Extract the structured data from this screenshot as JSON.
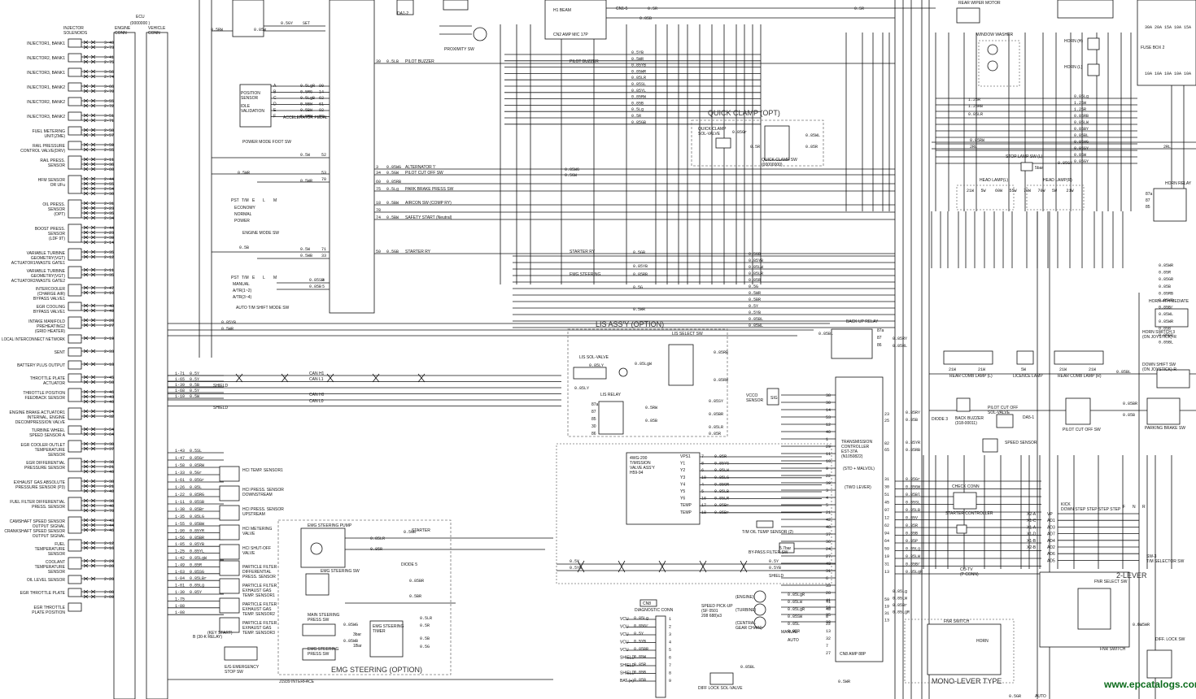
{
  "ecu": {
    "label": "ECU",
    "part": "(0000000  )",
    "engine_conn": "ENGINE\nCONN",
    "vehicle_conn": "VEHICLE\nCONN"
  },
  "injector_header": "INJECTOR\nSOLENOIDS",
  "left_components": [
    {
      "label": "INJECTOR1, BANK1",
      "pins": [
        "3-40",
        "2-73"
      ]
    },
    {
      "label": "INJECTOR2, BANK1",
      "pins": [
        "3-41",
        "2-75"
      ]
    },
    {
      "label": "INJECTOR3, BANK1",
      "pins": [
        "3-56",
        "2-74"
      ]
    },
    {
      "label": "INJECTOR1, BANK2",
      "pins": [
        "3-66",
        "2-70"
      ]
    },
    {
      "label": "INJECTOR2, BANK2",
      "pins": [
        "3-55",
        "2-72"
      ]
    },
    {
      "label": "INJECTOR3, BANK2",
      "pins": [
        "3-51",
        "2-71"
      ]
    },
    {
      "label": "FUEL METERING\nUNIT(ZME)",
      "pins": [
        "2-58",
        "2-57"
      ]
    },
    {
      "label": "RAIL PRESSURE\nCONTROL VALVE(DRV)",
      "pins": [
        "2-59",
        "2-55"
      ]
    },
    {
      "label": "RAIL PRESS.\nSENSOR",
      "pins": [
        "2-11",
        "2-36",
        "2-60"
      ]
    },
    {
      "label": "HFM SENSOR\nOR UFu",
      "pins": [
        "2-44",
        "2-55",
        "2-54",
        "2-30"
      ]
    },
    {
      "label": "OIL PRESS.\nSENSOR\n(OPT)",
      "pins": [
        "2-31",
        "2-23",
        "2-35",
        "2-34"
      ]
    },
    {
      "label": "BOOST PRESS.\nSENSOR\n(LDF 9T)",
      "pins": [
        "2-44",
        "2-23",
        "2-39",
        "2-14"
      ]
    },
    {
      "label": "VARIABLE TURBINE\nGEOMETRY(VGT)\nACTUATOR1/WASTE GATE1",
      "pins": [
        "2-35",
        "2-12"
      ]
    },
    {
      "label": "VARIABLE TURBINE\nGEOMETRY(VGT)\nACTUATOR2/WASTE GATE2",
      "pins": [
        "2-11",
        "2-35"
      ]
    },
    {
      "label": "INTERCOOLER\n(CHARGE AIR)\nBYPASS VALVE1",
      "pins": [
        "2-47",
        "2-10"
      ]
    },
    {
      "label": "EGR COOLING\nBYPASS VALVE1",
      "pins": [
        "2-48",
        "2-49"
      ]
    },
    {
      "label": "INTAKE MANIFOLD\nPREHEATING2\n(GRID HEATER)",
      "pins": [
        "2-20",
        "2-27"
      ]
    },
    {
      "label": "LOCAL INTERCONNECT NETWORK",
      "pins": [
        "2-19"
      ]
    },
    {
      "label": "SENT",
      "pins": [
        "2-33"
      ]
    },
    {
      "label": "BATTERY PLUS OUTPUT",
      "pins": [
        "2-18"
      ]
    },
    {
      "label": "THROTTLE PLATE\nACTUATOR",
      "pins": [
        "2-45",
        "2-50"
      ]
    },
    {
      "label": "THROTTLE POSITION\nFEEDBACK SENSOR",
      "pins": [
        "2-46",
        "2-43",
        "2-40"
      ]
    },
    {
      "label": "ENGINE BRAKE ACTUATOR1\nINTERNAL, ENGINE\nDECOMPRESSION VALVE",
      "pins": [
        "2-24",
        "2-32"
      ]
    },
    {
      "label": "TURBINE WHEEL\nSPEED SENSOR A",
      "pins": [
        "2-54",
        "2-64"
      ]
    },
    {
      "label": "EGR COOLER OUTLET\nTEMPERATURE\nSENSOR",
      "pins": [
        "2-38",
        "2-37"
      ]
    },
    {
      "label": "EGR DIFFERENTIAL\nPRESSURE SENSOR",
      "pins": [
        "2-38",
        "2-21",
        "2-40"
      ]
    },
    {
      "label": "EXHAUST GAS ABSOLUTE\nPRESSURE SENSOR (P3)",
      "pins": [
        "2-38",
        "2-21",
        "2-40"
      ]
    },
    {
      "label": "FUEL FILTER DIFFERENTIAL\nPRESS. SENSOR",
      "pins": [
        "2-38",
        "2-40",
        "2-78"
      ]
    },
    {
      "label": "CAMSHAFT SPEED SENSOR\nOUTPUT SIGNAL\nCRANKSHAFT SPEED SENSOR\nOUTPUT SIGNAL",
      "pins": [
        "2-43",
        "2-44",
        "2-46"
      ]
    },
    {
      "label": "FUEL\nTEMPERATURE\nSENSOR",
      "pins": [
        "2-12",
        "2-16"
      ]
    },
    {
      "label": "COOLANT\nTEMPERATURE\nSENSOR",
      "pins": [
        "2-29",
        "2-28"
      ]
    },
    {
      "label": "OIL LEVEL SENSOR",
      "pins": [
        "2-28"
      ]
    },
    {
      "label": "EGR THROTTLE PLATE",
      "pins": [
        "2-08",
        "2-09"
      ]
    },
    {
      "label": "EGR THROTTLE\nPLATE POSITION",
      "pins": []
    }
  ],
  "ecu_left_pins": [
    "1-71",
    "1-65",
    "1-39",
    "1-68",
    "1-10",
    "1-43",
    "1-47",
    "1-58",
    "1-33",
    "1-61",
    "1-26",
    "1-22",
    "1-11",
    "1-38",
    "1-35",
    "1-55",
    "1-90",
    "1-56",
    "1-05",
    "1-25",
    "1-42",
    "1-49",
    "1-63",
    "1-04",
    "1-01",
    "1-30",
    "1-75",
    "1-88",
    "1-08"
  ],
  "ecu_left_wires": [
    "0.5Y",
    "0.5Y",
    "0.5B",
    "0.5Y",
    "0.5W",
    "0.5SL",
    "0.85Gr",
    "0.85RW",
    "0.5Gr",
    "0.85Gr",
    "0.85L",
    "0.85RG",
    "0.85SB",
    "0.85Br",
    "0.85LG",
    "0.85BW",
    "0.85YR",
    "0.85BR",
    "0.85YB",
    "0.85YL",
    "0.85LgW",
    "0.85R",
    "0.85SG",
    "0.85LBr",
    "0.85Lg",
    "0.85Y"
  ],
  "can": {
    "can_h1": "CAN H1",
    "can_l1": "CAN L1",
    "shield": "SHIELD",
    "can_h0": "CAN H0",
    "can_l0": "CAN L0"
  },
  "top_labels": [
    "SET",
    "0.5GY",
    "0.5RW",
    "0.85W",
    "DA1-2",
    "PROXIMITY SW",
    "H1 BEAM",
    "CN1-5",
    "0.5R",
    "0.85B",
    "CN2 AMP MIC 17P",
    "0.5R"
  ],
  "accelerator": {
    "sensor": "POSITION\nSENSOR",
    "idle": "IDLE\nVALIDATION",
    "pedal": "ACCELERATOR PEDAL",
    "pins": [
      "A",
      "B",
      "C",
      "D",
      "E",
      "F"
    ],
    "wires": [
      "0.5LgR",
      "0.5RG",
      "0.5LgB",
      "0.5BW",
      "0.5BW",
      "0.5RW"
    ],
    "nums": [
      "90",
      "14",
      "62",
      "61",
      "92",
      "83"
    ]
  },
  "power_mode": {
    "title": "POWER MODE FOOT SW",
    "wire": "0.5W",
    "num": "52"
  },
  "engine_mode": {
    "title": "ENGINE MODE SW",
    "cols": [
      "PST",
      "T/M",
      "E",
      "L",
      "M"
    ],
    "rows": [
      "ECONOMY",
      "NORMAL",
      "POWER"
    ],
    "wires": [
      "0.5W",
      "0.5YB",
      "0.5WR"
    ],
    "nums": [
      "53",
      "70"
    ]
  },
  "auto_tm": {
    "title": "AUTO T/M SHIFT MODE SW",
    "rows": [
      "MANUAL",
      "A/TR(1~2)",
      "A/TR(3~4)"
    ],
    "wires": [
      "0.5W",
      "0.5WB",
      "0.5B",
      "0.85SB",
      "0.85B"
    ],
    "nums": [
      "71",
      "33",
      "4",
      "5"
    ]
  },
  "signals": [
    {
      "pin": "30",
      "wire": "0.5LB",
      "label": "PILOT BUZZER",
      "right": "PILOT BUZZER"
    },
    {
      "pin": "3",
      "wire": "0.85WG",
      "label": "ALTERNATOR 'I'"
    },
    {
      "pin": "34",
      "wire": "0.5GW",
      "label": "PILOT CUT OFF SW"
    },
    {
      "pin": "60",
      "wire": "0.85RB",
      "label": ""
    },
    {
      "pin": "75",
      "wire": "0.5Lg",
      "label": "PARK BRAKE PRESS SW"
    },
    {
      "pin": "18",
      "wire": "0.5BW",
      "label": "AIRCON SW (COMP RY)"
    },
    {
      "pin": "78",
      "wire": "",
      "label": ""
    },
    {
      "pin": "74",
      "wire": "0.5BW",
      "label": "SAFETY START (Neutral)"
    },
    {
      "pin": "50",
      "wire": "0.5GB",
      "label": "STARTER RY",
      "right": "STARTER RY"
    }
  ],
  "mid_wires": [
    "0.5YB",
    "0.5WR",
    "0.85YB",
    "0.85WR",
    "0.85LR",
    "0.85SL",
    "0.85YL",
    "0.85RW",
    "0.85B",
    "0.5Lg",
    "0.5R",
    "0.85GB",
    "0.5GB",
    "0.85YB",
    "0.85LW",
    "0.85LR",
    "0.85R",
    "0.5G",
    "0.5WR",
    "0.5BR",
    "0.5Y",
    "0.5YB",
    "0.85BL",
    "0.85WL"
  ],
  "emg_steering_main": "EMG STEERING",
  "quick_clamp": {
    "title": "QUICK CLAMP (OPT)",
    "valve": "QUICK CLAMP\nSOL-VALVE",
    "sw": "QUICK CLAMP SW\n(00000000)",
    "wires": [
      "0.85Gr",
      "0.85WL",
      "0.85R",
      "0.5R"
    ]
  },
  "lis": {
    "title": "LIS ASS'Y (OPTION)",
    "valve": "LIS SOL-VALVE",
    "relay": "LIS RELAY",
    "select": "LIS SELECT SW",
    "wires": [
      "0.85LY",
      "0.85LgW",
      "0.85RB",
      "0.85RW",
      "0.5RW",
      "0.85YR",
      "0.85SY",
      "0.85BR",
      "0.85B",
      "0.85LR",
      "0.85R",
      "0.85LY"
    ],
    "relay_pins": [
      "87a",
      "87",
      "85",
      "30",
      "86"
    ]
  },
  "vcco": {
    "label": "VCCO\nSENSOR",
    "pin": "SIG"
  },
  "transmission": {
    "title": "TRANSMISSION\nCONTROLLER\nEST-37A\n(N1050822)",
    "sub1": "(STD + MALVOL)",
    "sub2": "(TWO LEVER)",
    "conn": "CN8   AMP 88P",
    "pins": [
      "38",
      "30",
      "14",
      "53",
      "12",
      "40",
      "1",
      "29",
      "11",
      "10",
      "9",
      "22",
      "39",
      "3",
      "4",
      "5",
      "21",
      "42",
      "48",
      "37",
      "36",
      "24",
      "27",
      "43",
      "31",
      "6",
      "33",
      "28",
      "41",
      "16",
      "35",
      "32"
    ]
  },
  "t_valve": {
    "title": "4WG-200\nT/MISSION\nVALVE ASS'Y\nH59-94",
    "taps": [
      "VPS1",
      "Y1",
      "Y2",
      "Y3",
      "Y4",
      "Y5",
      "Y6",
      "TEMP",
      "TEMP"
    ],
    "wires": [
      "0.85R",
      "0.85YG",
      "0.85LW",
      "0.85LG",
      "0.85GR",
      "0.85LB",
      "0.85LR",
      "0.85Br",
      "0.85Br"
    ],
    "nums": [
      "7",
      "8",
      "6",
      "10",
      "4",
      "5",
      "16",
      "17",
      "18"
    ]
  },
  "tm_oil": "T/M OIL TEMP SENSOR (2)",
  "bypass": "BY-PASS FILTER SW",
  "emg": {
    "title": "EMG STEERING (OPTION)",
    "pump": "EMG STEERING PUMP",
    "sw": "EMG STEERING SW",
    "main": "MAIN STEERING\nPRESS SW",
    "emg_press": "EMG STEERING\nPRESS SW",
    "timer": "EMG STEERING\nTIMER",
    "diode": "DIODE 5",
    "starter": "STARTER",
    "bar1": "3bar",
    "bar2": "1Bar",
    "wires": [
      "0.85LR",
      "0.85R",
      "0.85BR",
      "0.85WG",
      "0.85WB",
      "0.5GR",
      "0.5BR",
      "0.5LR",
      "0.5B",
      "0.5G"
    ]
  },
  "diag": {
    "title": "DIAGNOSTIC CONN",
    "cn": "CN8",
    "pins": [
      "VCU",
      "VCU",
      "VCU",
      "VCU",
      "VCU",
      "SHIELD",
      "SHIELD",
      "SHIELD",
      "BAT (+)"
    ],
    "wires": [
      "0.85Lg",
      "0.85Gr",
      "0.5Y",
      "0.5YB",
      "0.85BR",
      "0.85W",
      "0.85R",
      "0.85B",
      "0.85B"
    ],
    "nums": [
      "1",
      "2",
      "3",
      "4",
      "5",
      "6",
      "7",
      "8",
      "9"
    ]
  },
  "speed_pickup": {
    "title": "SPEED PICK-UP\n(SF 0501\n208 688)x3",
    "parts": [
      "(ENGINE)",
      "(TURBINE)",
      "(CENTRAL\nGEAR CHAIN)"
    ],
    "wires": [
      "0.85LgR",
      "0.85LW",
      "0.85LgR",
      "0.85SW",
      "0.85L",
      "0.85R"
    ],
    "nums": [
      "41",
      "40",
      "8",
      "22",
      "13",
      "32",
      "7",
      "27"
    ],
    "manual": "MANUAL",
    "auto": "AUTO"
  },
  "diff_lock": {
    "label": "DIFF LOCK SOL-VALVE",
    "wire": "0.85BL",
    "right": "DIFF. LOCK SW",
    "right2": "0.5WR"
  },
  "j1939": {
    "label": "J1939 INTERFACE",
    "wire": "0.5WR"
  },
  "rear_wiper": "REAR WIPER MOTOR",
  "window_washer": "WINDOW WASHER",
  "horns": [
    {
      "label": "HORN (H)"
    },
    {
      "label": "HORN (L)"
    }
  ],
  "fuse": {
    "title": "FUSE BOX 2",
    "top": [
      "30A",
      "20A",
      "15A",
      "10A",
      "15A"
    ],
    "bottom": [
      "10A",
      "10A",
      "10A",
      "10A",
      "10A"
    ]
  },
  "right_wires": [
    "0.85Lg",
    "1.25W",
    "1.25R",
    "0.85RB",
    "0.85LW",
    "0.85BY",
    "0.85BL",
    "0.85WG",
    "0.85SY",
    "0.85W",
    "0.85GY"
  ],
  "stop_lamp": {
    "title": "STOP LAMP SW (L)",
    "val": "5bar",
    "wires": [
      "0.85RW",
      "2RL",
      "2RL",
      "0.85GY"
    ]
  },
  "head_lamps": {
    "left": "HEAD LAMP(L)",
    "right": "HEAD LAMP(R)",
    "bulbs": [
      "21W",
      "5W",
      "60W",
      "55W",
      "70W",
      "70W",
      "5W",
      "21W"
    ],
    "horn_relay": "HORN RELAY"
  },
  "backup_relay": "BACK UP RELAY",
  "rear_lamps": {
    "l": "REAR COMB LAMP (L)",
    "r": "REAR COMB LAMP (R)",
    "lic": "LICENCE LAMP",
    "bulbs": [
      "21W",
      "21W",
      "5W",
      "21W",
      "21W"
    ]
  },
  "back_buzzer": "BACK BUZZER\n(318-00011)",
  "pilot_cut": {
    "valve": "PILOT CUT OFF\nSOL-VALVE",
    "sw": "PILOT CUT OFF SW",
    "diode": "DIODE 3",
    "da": "DA5-1"
  },
  "parking_brake": "PARKING BRAKE SW",
  "speed_sensor": "SPEED SENSOR",
  "check_conn": "CHECK CONN",
  "starter_ctrl": "STARTER CONTROLLER",
  "kickdown": {
    "title": "KICK\nDOWN STEP STEP STEP STEP",
    "cols": [
      "F",
      "N",
      "R"
    ],
    "rows": [
      "VP",
      "AD1",
      "AD3",
      "AD7",
      "AD4",
      "AD2",
      "AD6",
      "AD5"
    ],
    "pins": [
      "X2-A",
      "X1-C",
      "X1-A",
      "X1-D",
      "X1-B",
      "X2-B"
    ],
    "sw": "SW-3\nT/M SELECTOR SW"
  },
  "right_bottom": {
    "co_tv": "CO-TV\n(P CONN)",
    "lever2": "2-LEVER",
    "fnr_sel": "FNR SELECT SW",
    "fnr": "FNR SWITCH",
    "mono": "MONO-LEVER TYPE",
    "horn": "HORN",
    "wires": [
      "0.85Lg",
      "0.85LW",
      "0.85Br",
      "0.85LgR",
      "0.85WB",
      "0.85SB",
      "0.85GW",
      "0.85B",
      "0.5GR",
      "0.5W"
    ],
    "nums": [
      "59",
      "19",
      "31",
      "13"
    ],
    "auto": "AUTO"
  },
  "right_edge": {
    "horn_sw": "HORN-4TH MEDIATE",
    "horn_sw3": "HORN SWITCH 3\n(ON JOYSTICK)-R",
    "down_shift": "DOWN SHIFT SW\n(ON JOYSTICK)-R",
    "wires": [
      "0.85WR",
      "0.85R",
      "0.85GR",
      "0.85B",
      "0.85RB",
      "0.85WR",
      "0.85Br",
      "0.85WL",
      "0.85WR",
      "0.85B",
      "0.85GB",
      "0.85BL"
    ]
  },
  "watermark": "www.epcatalogs.com"
}
